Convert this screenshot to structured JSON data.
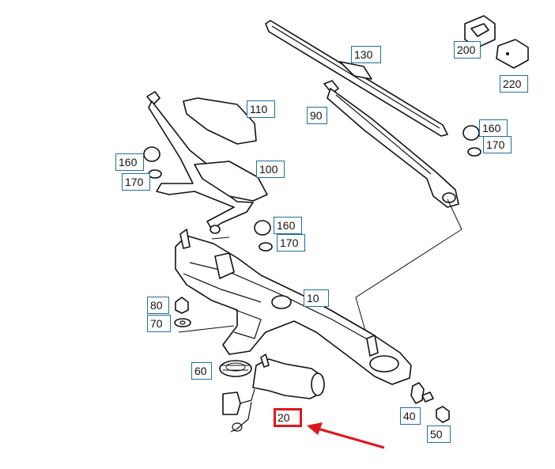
{
  "callouts": [
    {
      "id": "130",
      "label": "130"
    },
    {
      "id": "200",
      "label": "200"
    },
    {
      "id": "220",
      "label": "220"
    },
    {
      "id": "110",
      "label": "110"
    },
    {
      "id": "90",
      "label": "90"
    },
    {
      "id": "160a",
      "label": "160"
    },
    {
      "id": "170a",
      "label": "170"
    },
    {
      "id": "160b",
      "label": "160"
    },
    {
      "id": "170b",
      "label": "170"
    },
    {
      "id": "100",
      "label": "100"
    },
    {
      "id": "160c",
      "label": "160"
    },
    {
      "id": "170c",
      "label": "170"
    },
    {
      "id": "10",
      "label": "10"
    },
    {
      "id": "80",
      "label": "80"
    },
    {
      "id": "70",
      "label": "70"
    },
    {
      "id": "60",
      "label": "60"
    },
    {
      "id": "40",
      "label": "40"
    },
    {
      "id": "20",
      "label": "20"
    },
    {
      "id": "50",
      "label": "50"
    }
  ],
  "highlight": {
    "part": "20",
    "color": "#e0161b"
  },
  "colors": {
    "callout_border": "#1f6fa5",
    "highlight": "#e0161b",
    "line": "#111111"
  }
}
